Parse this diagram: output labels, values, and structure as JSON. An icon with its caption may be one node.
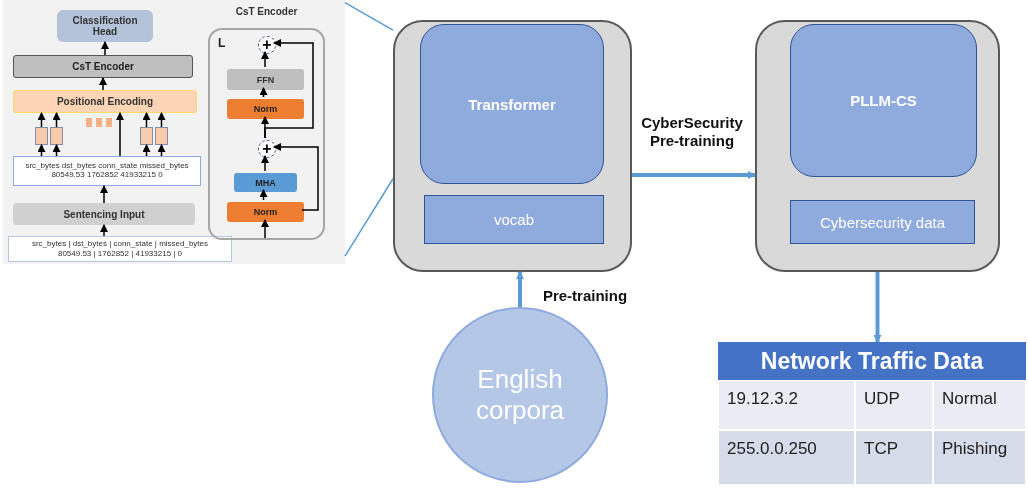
{
  "diagram": {
    "nodes": [
      {
        "text": [],
        "shape": "box"
      },
      {
        "text": [
          "Classification Head"
        ],
        "in": 0
      },
      {
        "text": [
          "CsT Encoder"
        ],
        "in": 0
      },
      {
        "text": [
          "Positional Encoding"
        ],
        "in": 0
      },
      {
        "text": [],
        "shape": "box",
        "in": 0
      },
      {
        "text": [],
        "shape": "box",
        "in": 0
      },
      {
        "text": [],
        "shape": "box",
        "in": 0
      },
      {
        "text": [],
        "shape": "box",
        "in": 0
      },
      {
        "text": [
          "src_bytes dst_bytes conn_state missed_bytes 80549.53 1762852 41933215 0"
        ],
        "in": 0
      },
      {
        "text": [
          "Sentencing Input"
        ],
        "in": 0
      },
      {
        "text": [
          "src_bytes | dst_bytes | conn_state | missed_bytes",
          "80549.53 | 1762852 | 41933215 | 0"
        ],
        "in": 0
      },
      {
        "text": [
          "CsT Encoder",
          "L"
        ],
        "in": 0
      },
      {
        "text": [
          "+"
        ],
        "in": 11
      },
      {
        "text": [
          "FFN"
        ],
        "in": 11
      },
      {
        "text": [
          "Norm"
        ],
        "in": 11
      },
      {
        "text": [
          "+"
        ],
        "in": 11
      },
      {
        "text": [
          "MHA"
        ],
        "in": 11
      },
      {
        "text": [
          "Norm"
        ],
        "in": 11
      },
      {
        "text": [],
        "shape": "box"
      },
      {
        "text": [
          "Transformer"
        ],
        "in": 18
      },
      {
        "text": [
          "vocab"
        ],
        "in": 18
      },
      {
        "text": [],
        "shape": "box"
      },
      {
        "text": [
          "PLLM-CS"
        ],
        "in": 21
      },
      {
        "text": [
          "Cybersecurity data"
        ],
        "in": 21
      },
      {
        "text": [
          "English corpora"
        ]
      },
      {
        "text": [
          "Network Traffic Data",
          "19.12.3.2",
          "UDP",
          "Normal",
          "255.0.0.250",
          "TCP",
          "Phishing"
        ]
      }
    ],
    "edges": [
      {
        "from": 10,
        "to": 9,
        "arrow": "to"
      },
      {
        "from": 9,
        "to": 8,
        "arrow": "to"
      },
      {
        "from": 8,
        "to": 4,
        "arrow": "to"
      },
      {
        "from": 8,
        "to": 5,
        "arrow": "to"
      },
      {
        "from": 8,
        "to": 3,
        "arrow": "to"
      },
      {
        "from": 8,
        "to": 6,
        "arrow": "to"
      },
      {
        "from": 8,
        "to": 7,
        "arrow": "to"
      },
      {
        "from": 4,
        "to": 3,
        "arrow": "to"
      },
      {
        "from": 5,
        "to": 3,
        "arrow": "to"
      },
      {
        "from": 6,
        "to": 3,
        "arrow": "to"
      },
      {
        "from": 7,
        "to": 3,
        "arrow": "to"
      },
      {
        "from": 3,
        "to": 2,
        "arrow": "to"
      },
      {
        "from": 2,
        "to": 1,
        "arrow": "to"
      },
      {
        "from": null,
        "to": 17,
        "arrow": "to"
      },
      {
        "from": 17,
        "to": 16,
        "arrow": "to"
      },
      {
        "from": 16,
        "to": 15,
        "arrow": "to"
      },
      {
        "from": 17,
        "to": 15,
        "arrow": "to"
      },
      {
        "from": 15,
        "to": 14,
        "arrow": "to"
      },
      {
        "from": 14,
        "to": 13,
        "arrow": "to"
      },
      {
        "from": 13,
        "to": 12,
        "arrow": "to"
      },
      {
        "from": 15,
        "to": 12,
        "arrow": "to"
      },
      {
        "from": 18,
        "to": 0,
        "arrow": "none",
        "color": "#5b9bd5"
      },
      {
        "from": 18,
        "to": 0,
        "arrow": "none",
        "color": "#5b9bd5"
      },
      {
        "from": 18,
        "to": 21,
        "arrow": "to",
        "label": "CyberSecurity Pre-training",
        "style": "thick",
        "color": "#5b9bd5"
      },
      {
        "from": 24,
        "to": 18,
        "arrow": "to",
        "label": "Pre-training",
        "style": "thick",
        "color": "#5b9bd5"
      },
      {
        "from": 21,
        "to": 25,
        "arrow": "to",
        "style": "thick",
        "color": "#5b9bd5"
      }
    ]
  }
}
